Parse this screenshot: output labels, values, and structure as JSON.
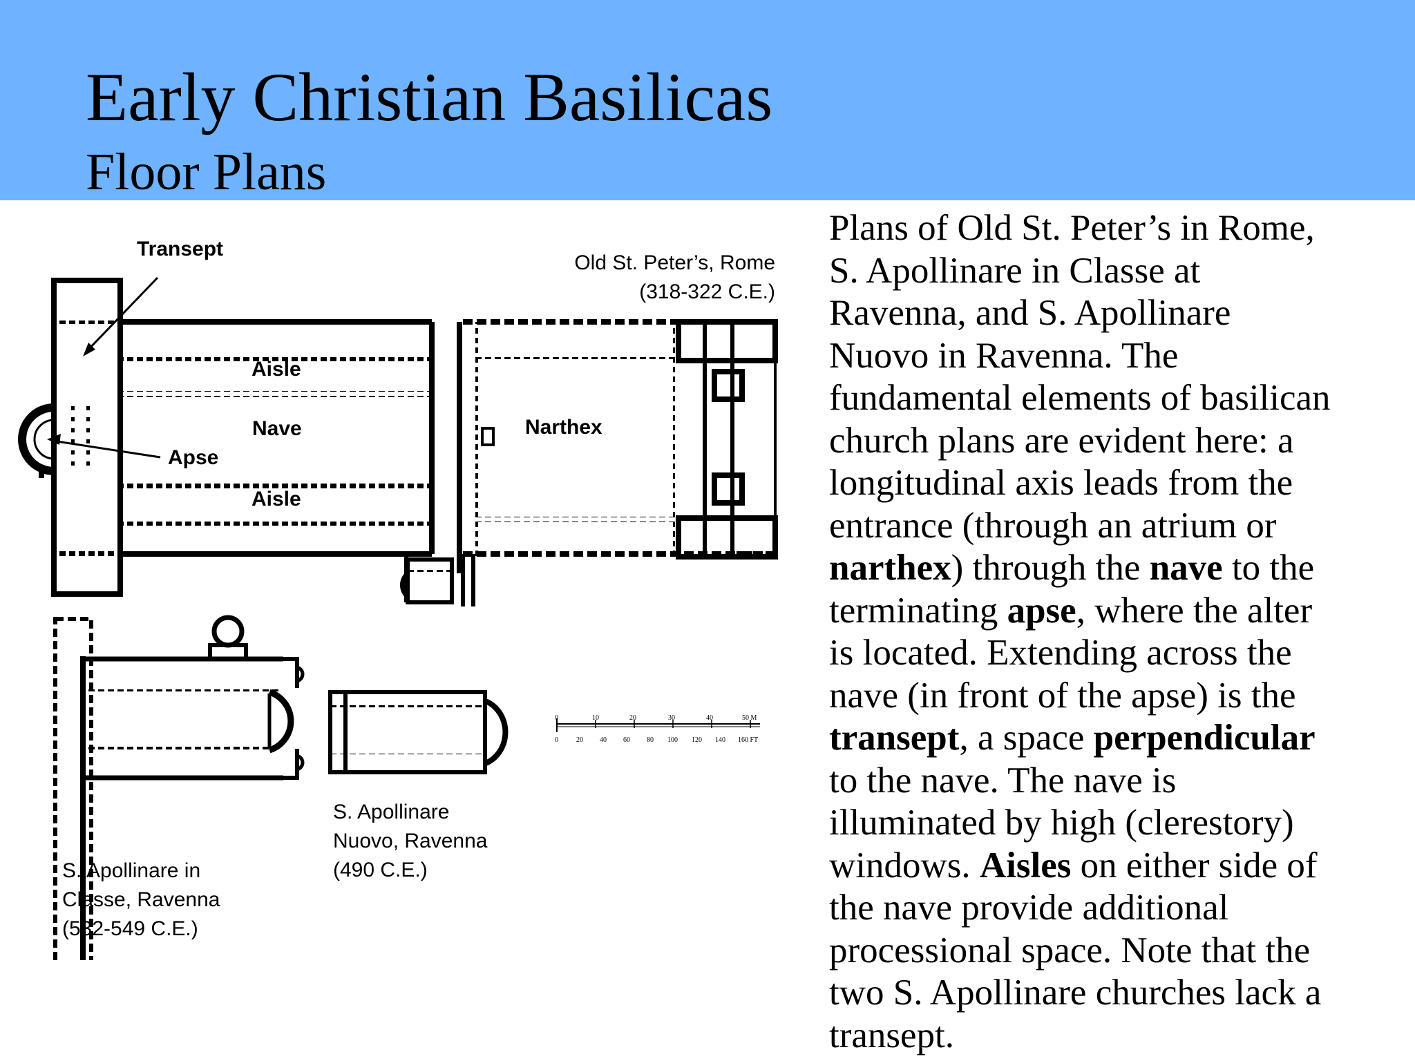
{
  "slide": {
    "title": "Early Christian Basilicas",
    "subtitle": "Floor Plans",
    "header_color": "#6fb3ff"
  },
  "body": {
    "lines": [
      [
        {
          "t": "Plans of Old St. Peter’s in Rome,"
        }
      ],
      [
        {
          "t": "S. Apollinare in Classe at"
        }
      ],
      [
        {
          "t": "Ravenna, and S. Apollinare"
        }
      ],
      [
        {
          "t": "Nuovo in Ravenna. The"
        }
      ],
      [
        {
          "t": "fundamental elements of basilican"
        }
      ],
      [
        {
          "t": "church plans are evident here: a"
        }
      ],
      [
        {
          "t": "longitudinal axis leads from the"
        }
      ],
      [
        {
          "t": "entrance (through an atrium or"
        }
      ],
      [
        {
          "t": "narthex",
          "b": true
        },
        {
          "t": ") through the "
        },
        {
          "t": "nave",
          "b": true
        },
        {
          "t": " to the"
        }
      ],
      [
        {
          "t": "terminating "
        },
        {
          "t": "apse",
          "b": true
        },
        {
          "t": ", where the alter"
        }
      ],
      [
        {
          "t": "is located. Extending across the"
        }
      ],
      [
        {
          "t": "nave (in front of the apse) is the"
        }
      ],
      [
        {
          "t": "transept",
          "b": true
        },
        {
          "t": ", a space "
        },
        {
          "t": "perpendicular",
          "b": true
        }
      ],
      [
        {
          "t": "to the nave. The nave is"
        }
      ],
      [
        {
          "t": "illuminated by high (clerestory)"
        }
      ],
      [
        {
          "t": "windows. "
        },
        {
          "t": "Aisles",
          "b": true
        },
        {
          "t": " on either side of"
        }
      ],
      [
        {
          "t": "the nave provide additional"
        }
      ],
      [
        {
          "t": "processional space. Note that the"
        }
      ],
      [
        {
          "t": "two S. Apollinare churches lack a"
        }
      ],
      [
        {
          "t": "transept."
        }
      ]
    ]
  },
  "plans": {
    "old_st_peters": {
      "caption_line1": "Old St. Peter’s, Rome",
      "caption_line2": "(318-322 C.E.)",
      "label_transept": "Transept",
      "label_aisle_top": "Aisle",
      "label_nave": "Nave",
      "label_apse": "Apse",
      "label_aisle_bottom": "Aisle",
      "label_narthex": "Narthex"
    },
    "s_apollinare_classe": {
      "caption_line1": "S. Apollinare in",
      "caption_line2": "Classe, Ravenna",
      "caption_line3": "(532-549 C.E.)"
    },
    "s_apollinare_nuovo": {
      "caption_line1": "S. Apollinare",
      "caption_line2": "Nuovo, Ravenna",
      "caption_line3": "(490 C.E.)"
    },
    "scale_bar": {
      "meters": [
        "0",
        "10",
        "20",
        "30",
        "40",
        "50 M"
      ],
      "feet": [
        "0",
        "20",
        "40",
        "60",
        "80",
        "100",
        "120",
        "140",
        "160 FT"
      ]
    }
  }
}
